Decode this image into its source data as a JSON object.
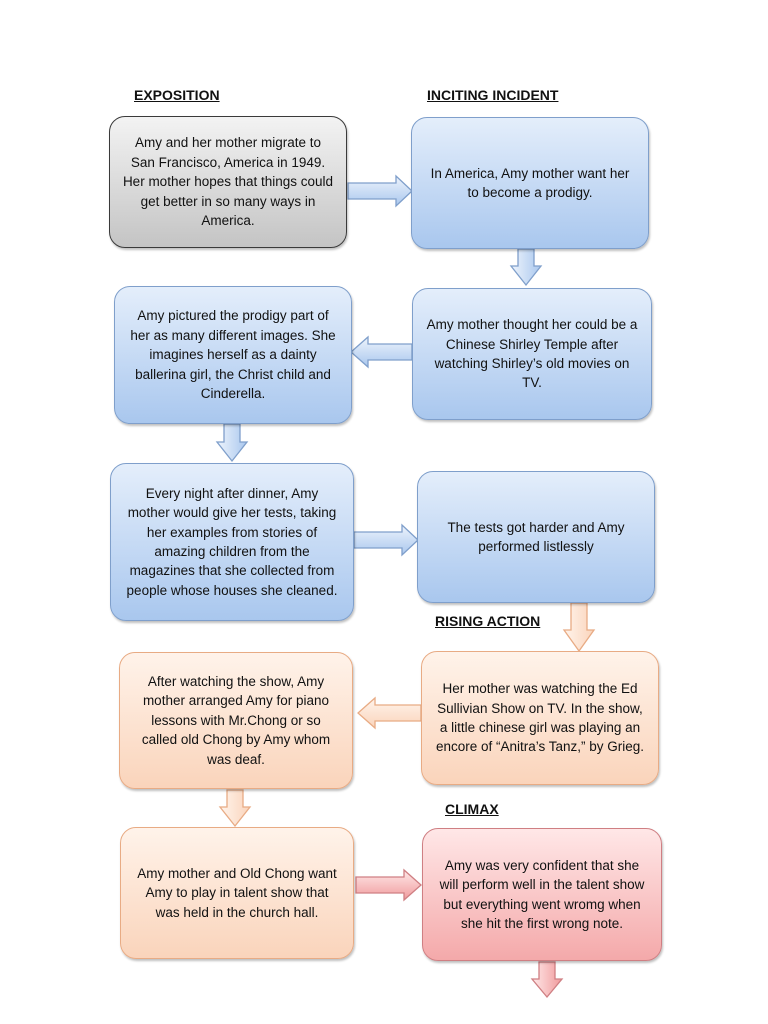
{
  "headings": {
    "exposition": "EXPOSITION",
    "inciting_incident": "INCITING INCIDENT",
    "rising_action": "RISING ACTION",
    "climax": "CLIMAX"
  },
  "boxes": [
    {
      "text": "Amy and her mother migrate to San Francisco, America in 1949. Her mother hopes that things could get better in so many ways in America."
    },
    {
      "text": "In America, Amy mother want her to become a prodigy."
    },
    {
      "text": "Amy mother thought her could be a Chinese Shirley Temple after watching Shirley’s old movies on TV."
    },
    {
      "text": "Amy pictured the prodigy part of her as many different images. She imagines herself as a dainty ballerina girl, the Christ child and Cinderella."
    },
    {
      "text": "Every night after dinner, Amy mother would give her tests, taking her examples from stories of amazing children from the magazines that she collected from people whose houses she cleaned."
    },
    {
      "text": "The tests got harder and Amy performed listlessly"
    },
    {
      "text": "Her mother was watching the Ed Sullivian Show on TV. In the show, a little chinese girl was playing an encore of “Anitra’s Tanz,” by Grieg."
    },
    {
      "text": "After watching the show, Amy mother arranged Amy for piano lessons with Mr.Chong or so called old Chong by Amy whom was deaf."
    },
    {
      "text": "Amy mother and Old Chong want Amy to play in talent show that was held in the church hall."
    },
    {
      "text": "Amy was very confident that she will perform well in the talent show but everything went wromg when she  hit the first wrong note."
    }
  ],
  "colors": {
    "gray": "#c8c8c8",
    "blue": "#a9c7ee",
    "orange": "#fad4bb",
    "red": "#f4a9aa"
  }
}
